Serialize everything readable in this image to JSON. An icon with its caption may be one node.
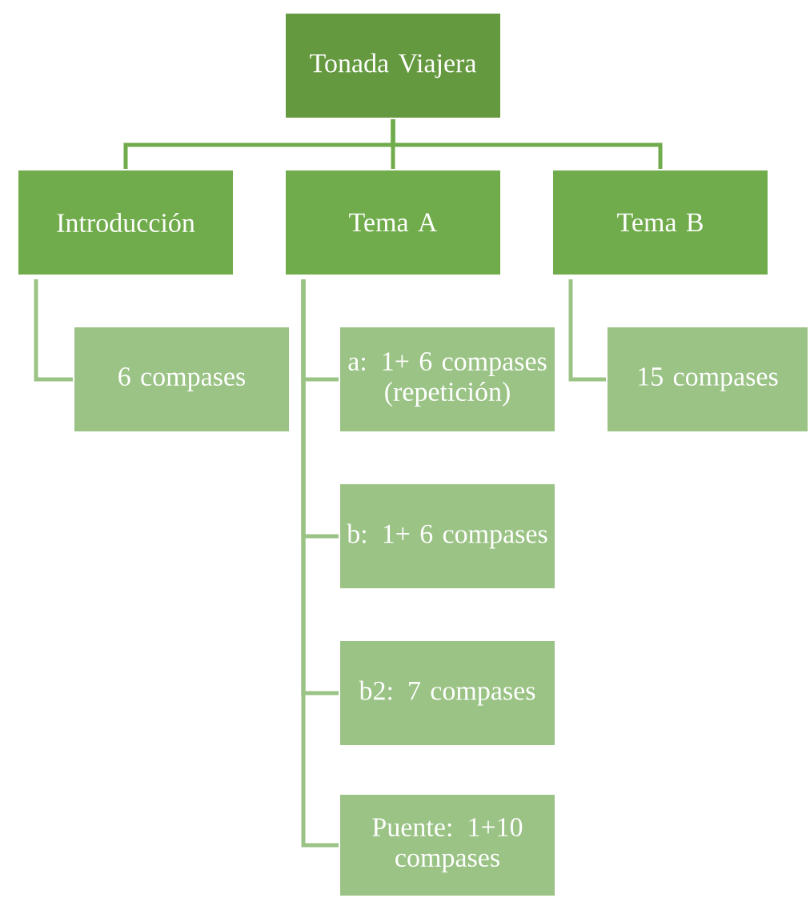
{
  "diagram": {
    "nodes": [
      {
        "text": [
          "Tonada Viajera"
        ]
      },
      {
        "text": [
          "Introducción"
        ]
      },
      {
        "text": [
          "Tema A"
        ]
      },
      {
        "text": [
          "Tema B"
        ]
      },
      {
        "text": [
          "6 compases"
        ]
      },
      {
        "text": [
          "a: 1+ 6 compases (repetición)"
        ]
      },
      {
        "text": [
          "b: 1+ 6 compases"
        ]
      },
      {
        "text": [
          "b2: 7 compases"
        ]
      },
      {
        "text": [
          "Puente: 1+10 compases"
        ]
      },
      {
        "text": [
          "15 compases"
        ]
      }
    ],
    "edges": [
      {
        "from": 0,
        "to": 1,
        "arrow": "none"
      },
      {
        "from": 0,
        "to": 2,
        "arrow": "none"
      },
      {
        "from": 0,
        "to": 3,
        "arrow": "none"
      },
      {
        "from": 1,
        "to": 4,
        "arrow": "none",
        "color": "#9bc386"
      },
      {
        "from": 2,
        "to": 5,
        "arrow": "none",
        "color": "#9bc386"
      },
      {
        "from": 2,
        "to": 6,
        "arrow": "none",
        "color": "#9bc386"
      },
      {
        "from": 2,
        "to": 7,
        "arrow": "none",
        "color": "#9bc386"
      },
      {
        "from": 2,
        "to": 8,
        "arrow": "none",
        "color": "#9bc386"
      },
      {
        "from": 3,
        "to": 9,
        "arrow": "none",
        "color": "#9bc386"
      }
    ]
  }
}
